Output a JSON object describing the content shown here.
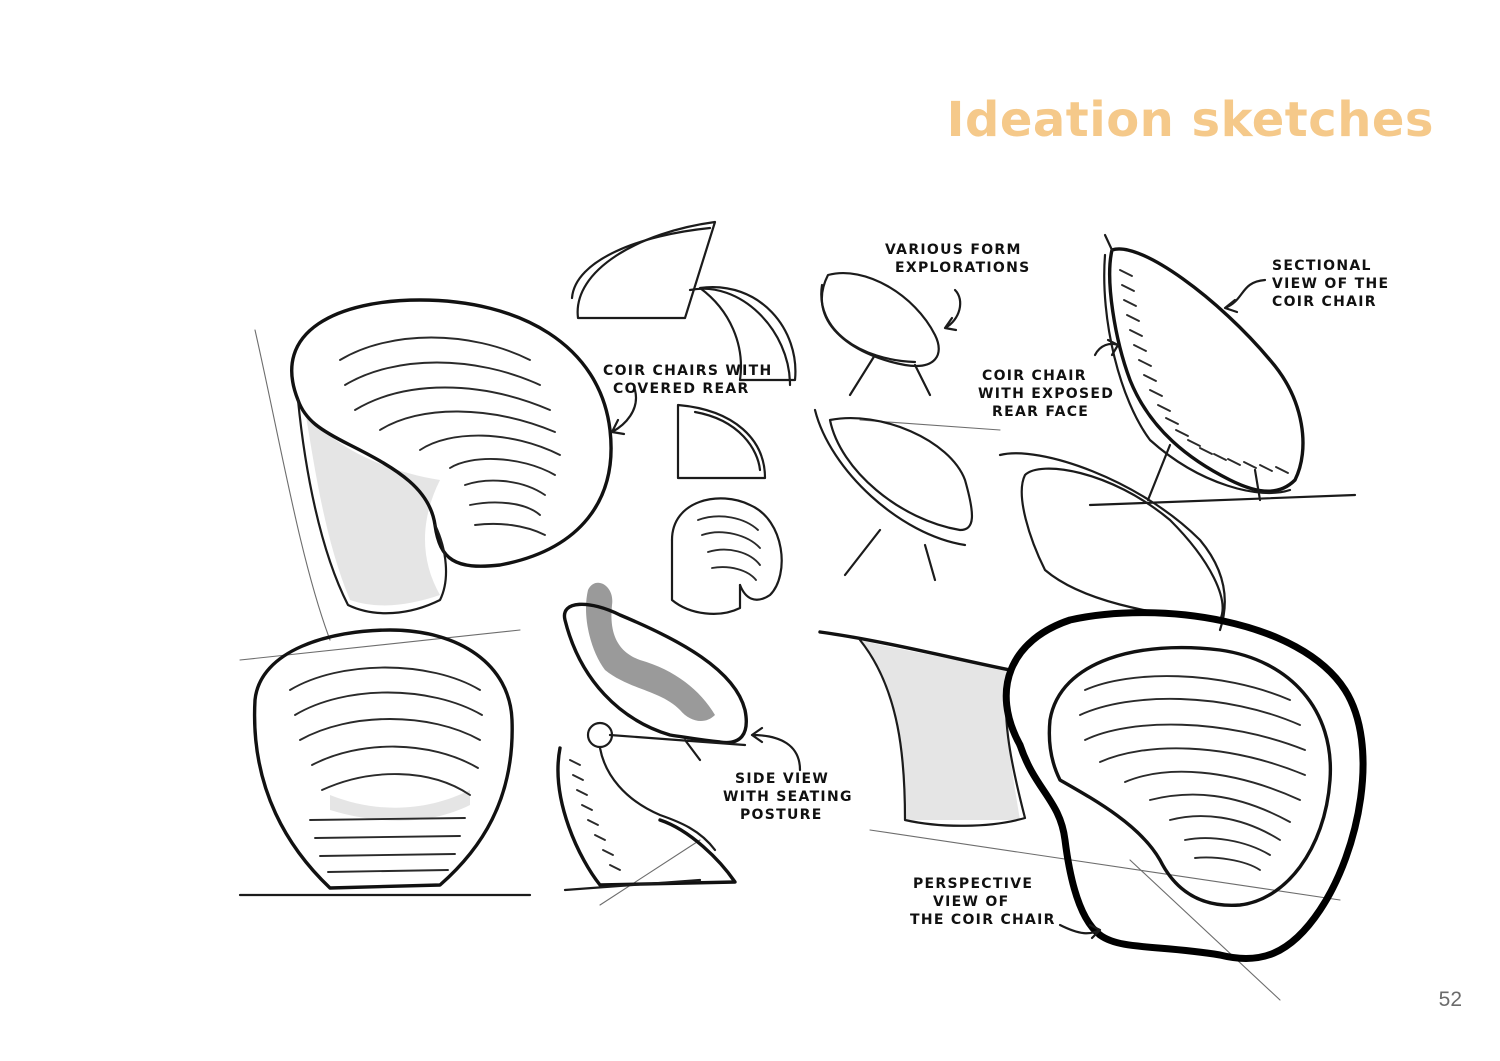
{
  "page": {
    "title": "Ideation sketches",
    "page_number": "52",
    "accent_color": "#f5c98a"
  },
  "annotations": {
    "coir_covered": [
      "COIR CHAIRS WITH",
      "COVERED REAR"
    ],
    "various_forms": [
      "VARIOUS FORM",
      "EXPLORATIONS"
    ],
    "sectional": [
      "SECTIONAL",
      "VIEW OF THE",
      "COIR CHAIR"
    ],
    "exposed_rear": [
      "COIR CHAIR",
      "WITH EXPOSED",
      "REAR FACE"
    ],
    "side_view": [
      "SIDE VIEW",
      "WITH SEATING",
      "POSTURE"
    ],
    "perspective": [
      "PERSPECTIVE",
      "VIEW OF",
      "THE COIR CHAIR"
    ]
  }
}
